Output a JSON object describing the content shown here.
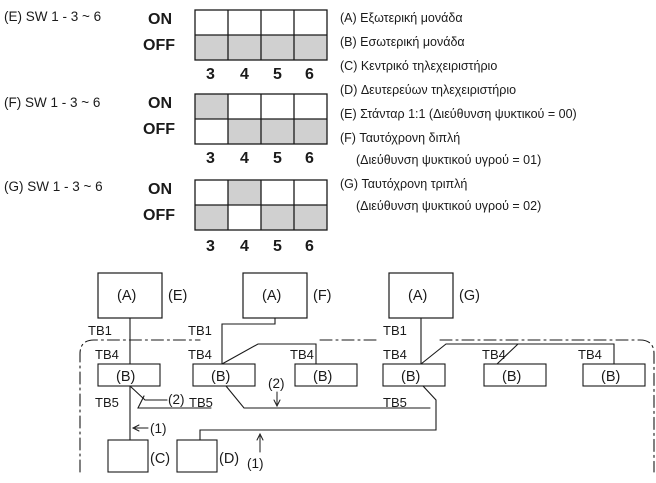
{
  "switch_blocks": [
    {
      "label": "(E) SW 1 - 3 ~ 6",
      "on": "ON",
      "off": "OFF",
      "numbers": [
        "3",
        "4",
        "5",
        "6"
      ]
    },
    {
      "label": "(F) SW 1 - 3 ~ 6",
      "on": "ON",
      "off": "OFF",
      "numbers": [
        "3",
        "4",
        "5",
        "6"
      ]
    },
    {
      "label": "(G) SW 1 - 3 ~ 6",
      "on": "ON",
      "off": "OFF",
      "numbers": [
        "3",
        "4",
        "5",
        "6"
      ]
    }
  ],
  "legend": [
    "(A) Εξωτερική μονάδα",
    "(B) Εσωτερική μονάδα",
    "(C) Κεντρικό τηλεχειριστήριο",
    "(D) Δευτερεύων τηλεχειριστήριο",
    "(E) Στάνταρ 1:1 (Διεύθυνση ψυκτικού = 00)",
    "(F) Ταυτόχρονη διπλή",
    "(Διεύθυνση ψυκτικού υγρού = 01)",
    "(G) Ταυτόχρονη τριπλή",
    "(Διεύθυνση ψυκτικού υγρού = 02)"
  ],
  "diagram": {
    "outdoor": "(A)",
    "indoor": "(B)",
    "remote_c": "(C)",
    "remote_d": "(D)",
    "system_e": "(E)",
    "system_f": "(F)",
    "system_g": "(G)",
    "tb1": "TB1",
    "tb4": "TB4",
    "tb5": "TB5",
    "wire_1": "(1)",
    "wire_2": "(2)"
  },
  "colors": {
    "cell_fill": "#d0d0d0",
    "line": "#1a1a1a"
  }
}
